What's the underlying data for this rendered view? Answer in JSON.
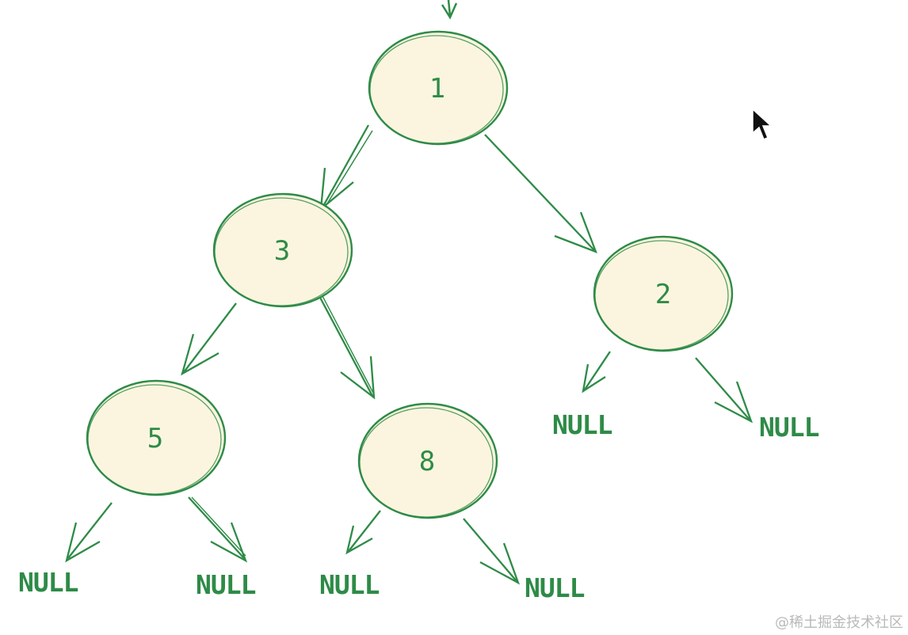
{
  "colors": {
    "stroke": "#2e8b47",
    "node_fill": "#fbf5df",
    "text": "#2e8b47",
    "watermark": "#b9b9b9"
  },
  "nodes": {
    "n1": "1",
    "n3": "3",
    "n2": "2",
    "n5": "5",
    "n8": "8"
  },
  "nulls": {
    "null_2_left": "NULL",
    "null_2_right": "NULL",
    "null_5_left": "NULL",
    "null_5_right": "NULL",
    "null_8_left": "NULL",
    "null_8_right": "NULL"
  },
  "watermark": "@稀土掘金技术社区",
  "cursor": "arrow-pointer-icon"
}
